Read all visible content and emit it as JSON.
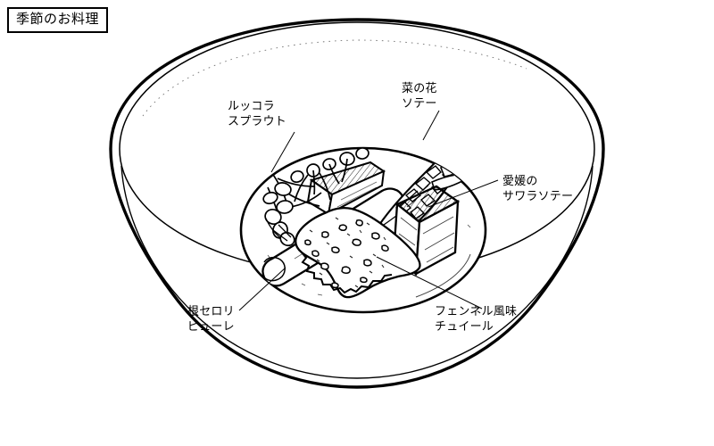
{
  "page": {
    "title_box": "季節のお料理",
    "background_color": "#ffffff",
    "ink_color": "#000000"
  },
  "illustration": {
    "name": "plated-seasonal-dish-line-drawing",
    "subject": "wide shallow bowl with plated fish course",
    "components": [
      "bowl-outer-rim",
      "bowl-inner-rim",
      "inner-plate",
      "celeriac-puree-streak",
      "fennel-tuile",
      "sawara-fish-cube",
      "rapeseed-blossom-saute",
      "arugula-sprouts"
    ]
  },
  "annotations": [
    {
      "id": "arugula-sprouts",
      "lines": [
        "ルッコラ",
        "スプラウト"
      ],
      "leader_from": [
        330,
        148
      ],
      "leader_to": [
        304,
        193
      ]
    },
    {
      "id": "rapeseed-saute",
      "lines": [
        "菜の花",
        "ソテー"
      ],
      "leader_from": [
        492,
        124
      ],
      "leader_to": [
        474,
        157
      ]
    },
    {
      "id": "sawara-saute",
      "lines": [
        "愛媛の",
        "サワラソテー"
      ],
      "leader_from": [
        558,
        202
      ],
      "leader_to": [
        480,
        232
      ]
    },
    {
      "id": "celeriac-puree",
      "lines": [
        "根セロリ",
        "ピューレ"
      ],
      "leader_from": [
        268,
        348
      ],
      "leader_to": [
        320,
        300
      ]
    },
    {
      "id": "fennel-tuile",
      "lines": [
        "フェンネル風味",
        "チュイール"
      ],
      "leader_from": [
        540,
        346
      ],
      "leader_to": [
        422,
        288
      ]
    }
  ]
}
